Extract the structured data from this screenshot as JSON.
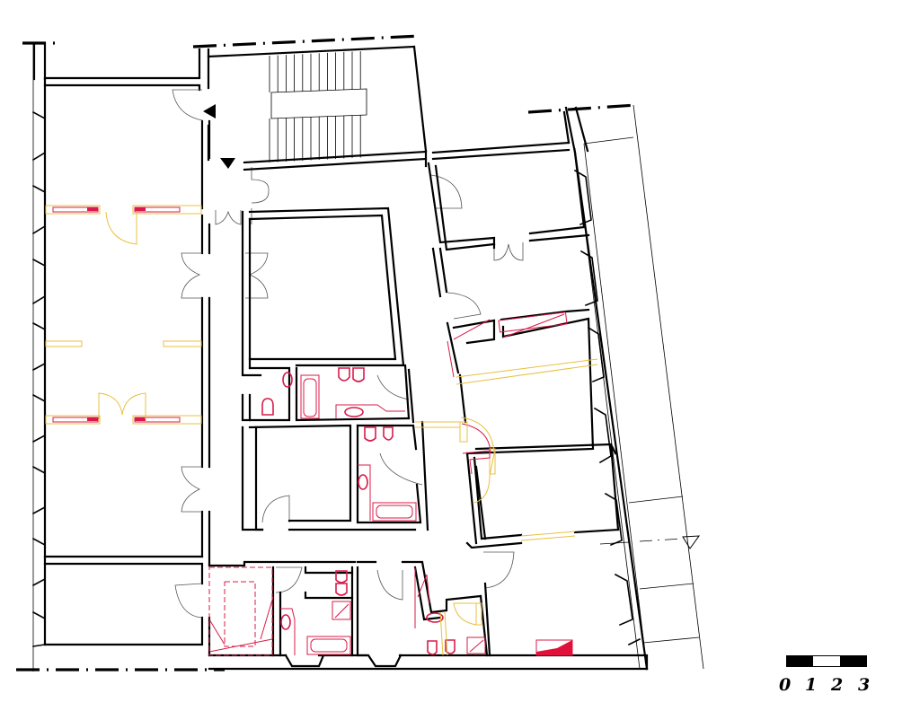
{
  "drawing": {
    "type": "architectural floor plan",
    "colors": {
      "wall": "#000000",
      "demolition_red": "#d81b4a",
      "new_yellow": "#e8c040",
      "fill_red": "#e0103a"
    }
  },
  "scale_bar": {
    "labels": [
      "0",
      "1",
      "2",
      "3"
    ]
  }
}
